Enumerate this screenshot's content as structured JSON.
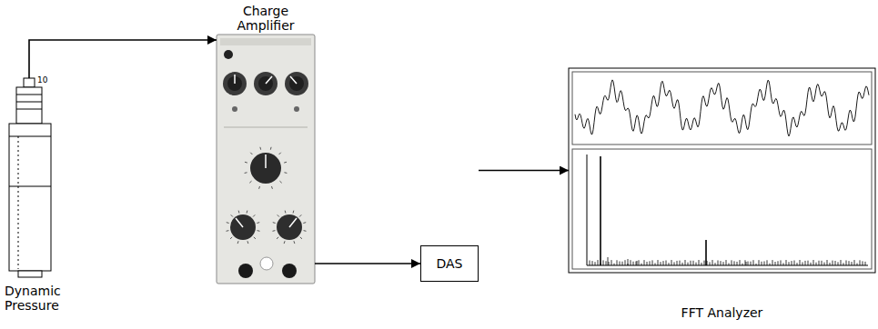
{
  "diagram": {
    "nodes": [
      {
        "text": [
          "Dynamic Pressure"
        ]
      },
      {
        "text": [
          "Charge Amplifier"
        ]
      },
      {
        "text": [
          "DAS"
        ]
      },
      {
        "text": [
          "FFT Analyzer"
        ]
      }
    ],
    "edges": [
      {
        "from": 0,
        "to": 1,
        "arrow": "to"
      },
      {
        "from": 1,
        "to": 2,
        "arrow": "to"
      },
      {
        "from": 2,
        "to": 3,
        "arrow": "to"
      }
    ],
    "labels": [
      "10"
    ]
  }
}
